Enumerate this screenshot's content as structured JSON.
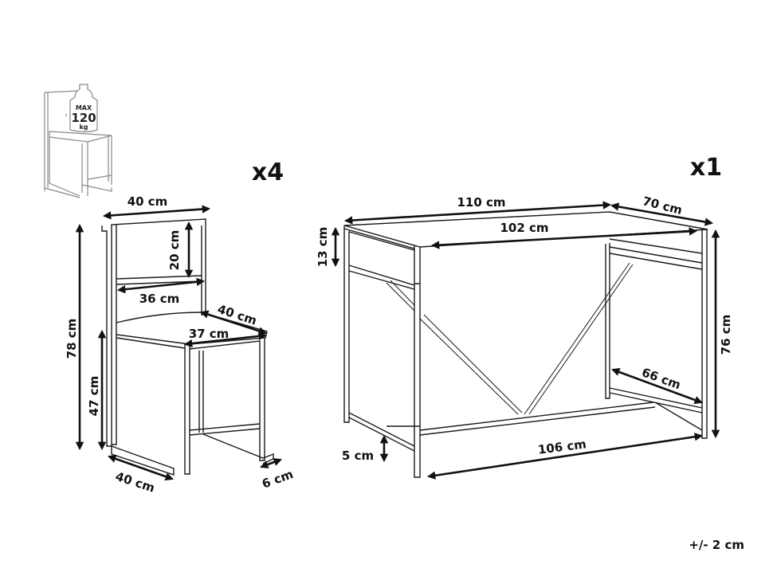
{
  "chair": {
    "quantity": "x4",
    "max_load": {
      "line1": "MAX",
      "line2": "120",
      "line3": "kg"
    },
    "dimensions": {
      "back_width": "40 cm",
      "back_height": "20 cm",
      "inner_width": "36 cm",
      "seat_depth": "40 cm",
      "seat_width": "37 cm",
      "total_height": "78 cm",
      "seat_height": "47 cm",
      "base_depth": "40 cm",
      "foot_length": "6 cm"
    }
  },
  "desk": {
    "quantity": "x1",
    "dimensions": {
      "width": "110 cm",
      "depth": "70 cm",
      "inner_width": "102 cm",
      "apron_height": "13 cm",
      "height": "76 cm",
      "inner_depth": "66 cm",
      "base_clearance": "5 cm",
      "base_width": "106 cm"
    }
  },
  "tolerance": "+/- 2 cm"
}
